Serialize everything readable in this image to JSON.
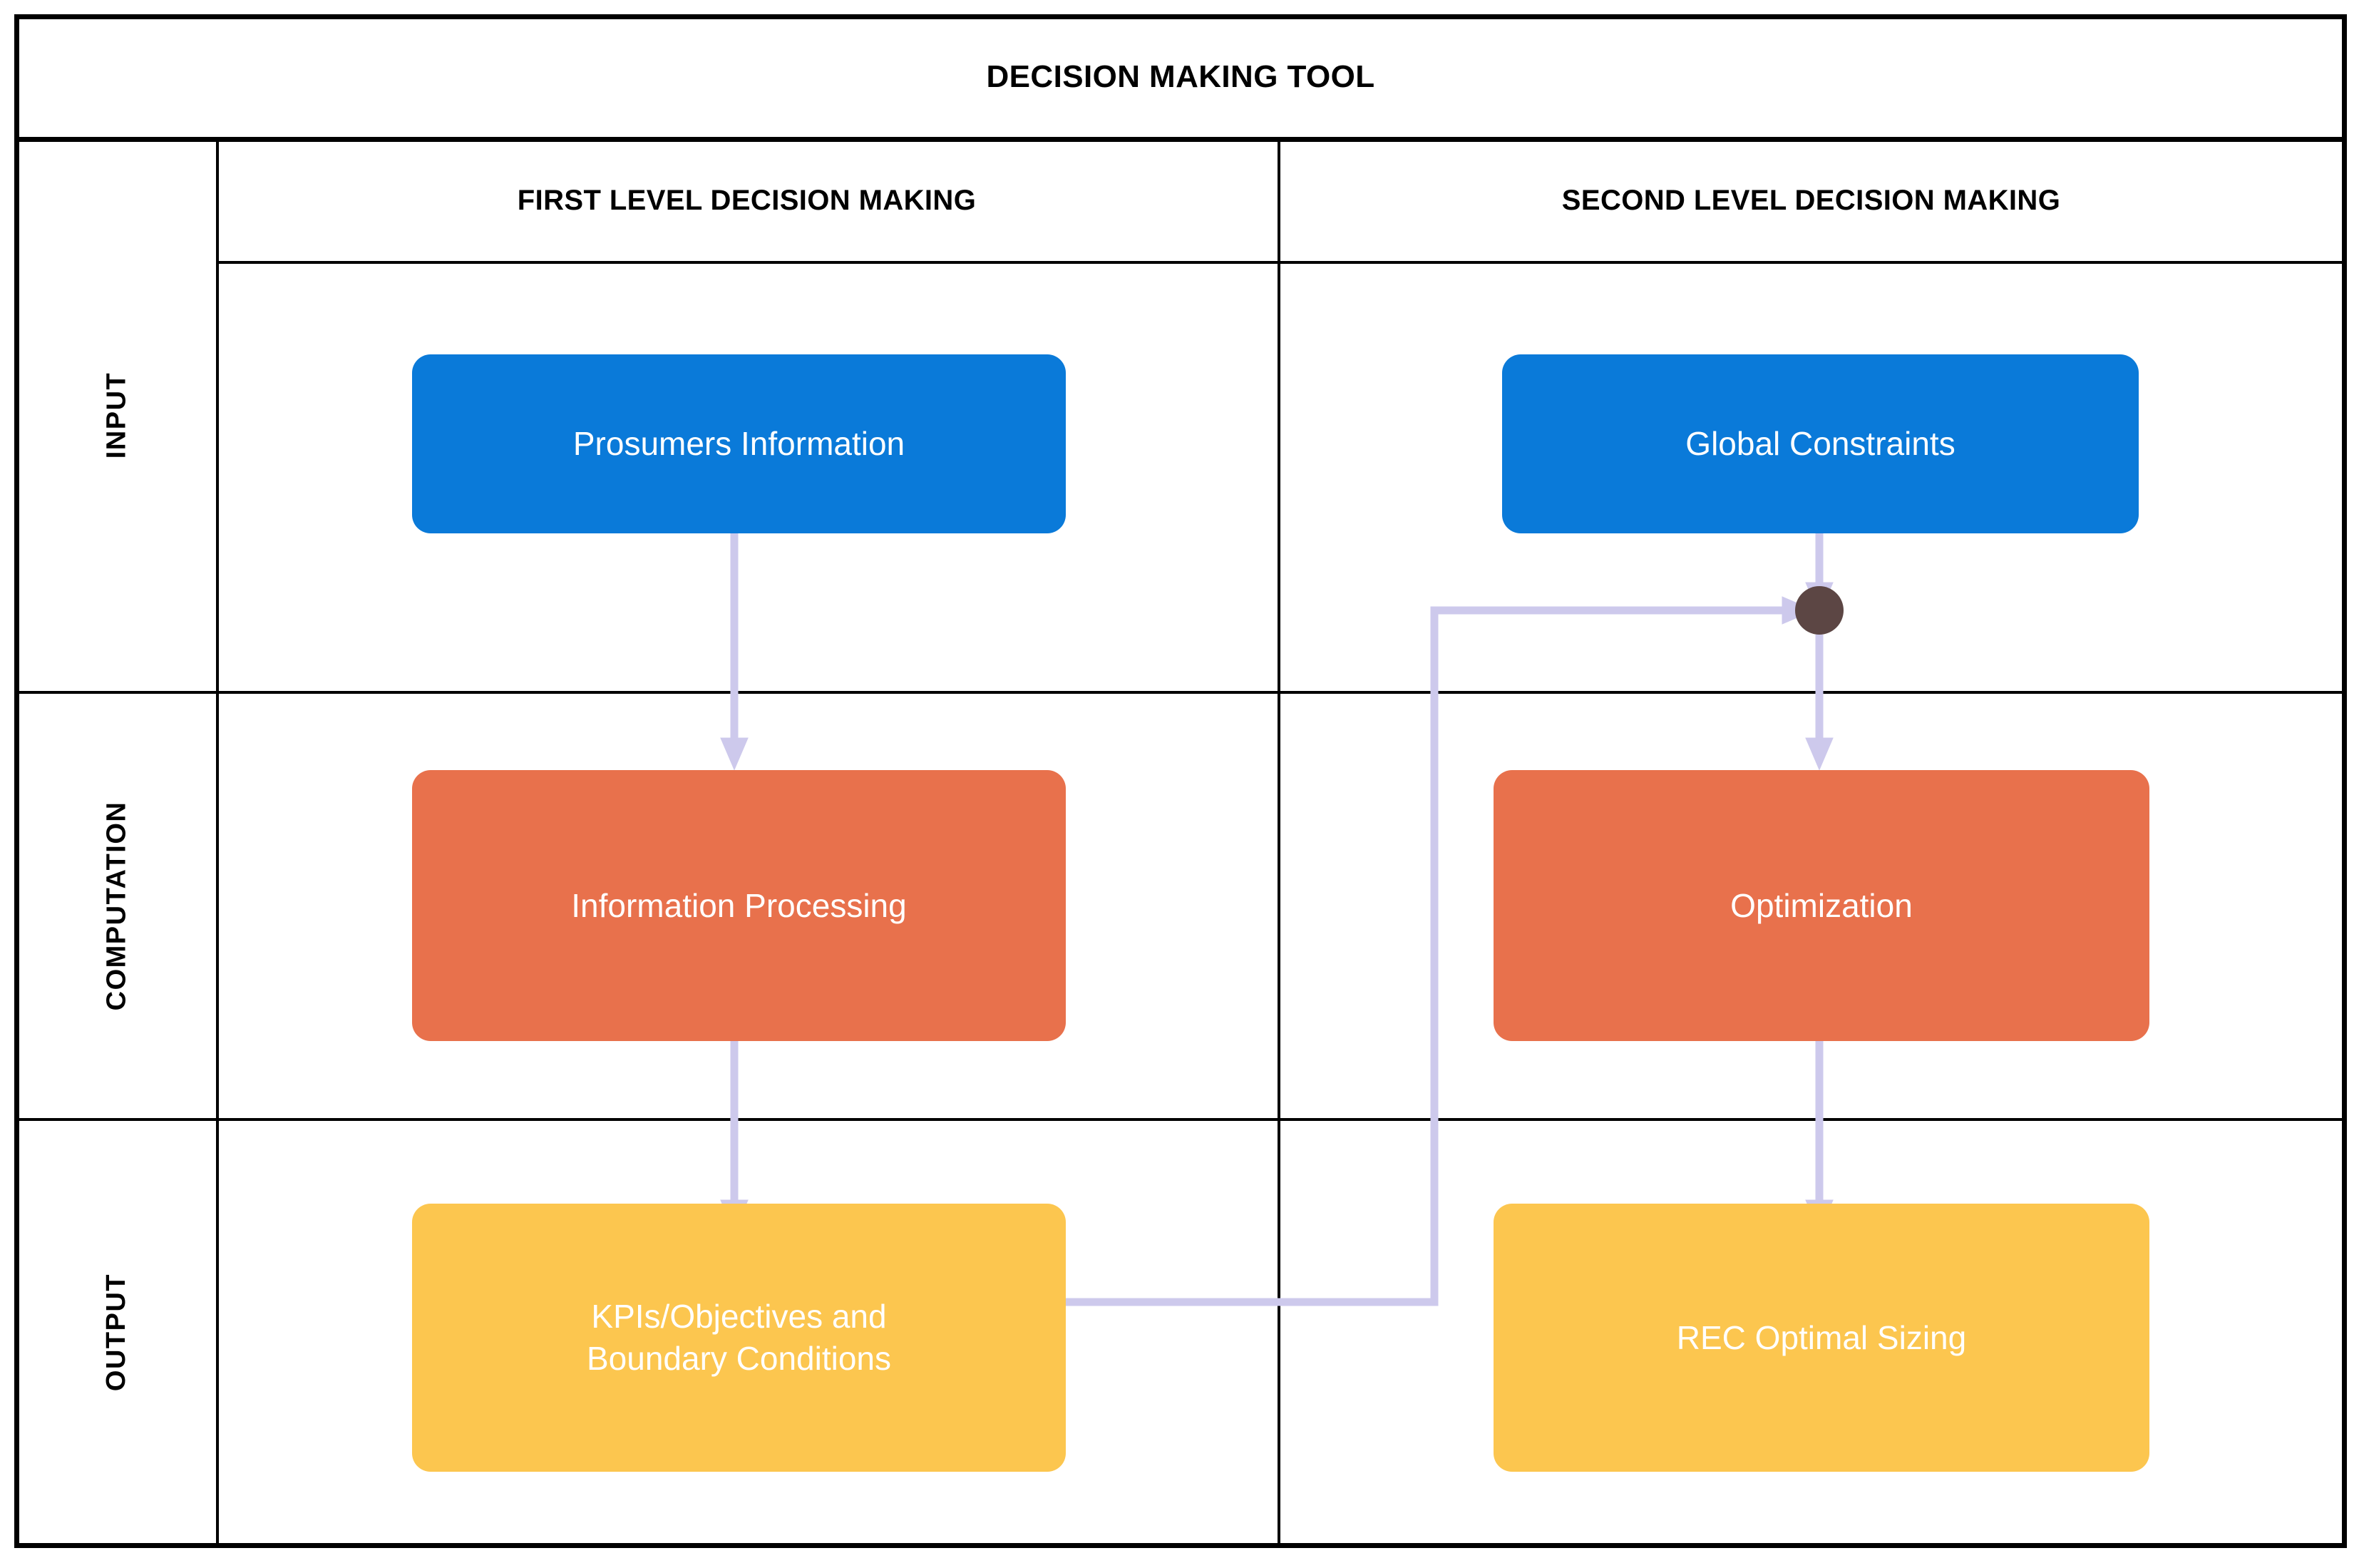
{
  "diagram": {
    "title": "DECISION MAKING TOOL",
    "columns": [
      {
        "id": "first-level",
        "label": "FIRST LEVEL DECISION MAKING"
      },
      {
        "id": "second-level",
        "label": "SECOND LEVEL DECISION MAKING"
      }
    ],
    "rows": [
      {
        "id": "input",
        "label": "INPUT"
      },
      {
        "id": "computation",
        "label": "COMPUTATION"
      },
      {
        "id": "output",
        "label": "OUTPUT"
      }
    ],
    "nodes": [
      {
        "id": "prosumers-information",
        "label": "Prosumers Information",
        "column": "first-level",
        "row": "input",
        "color": "#0a7ad9"
      },
      {
        "id": "global-constraints",
        "label": "Global Constraints",
        "column": "second-level",
        "row": "input",
        "color": "#0a7ad9"
      },
      {
        "id": "information-processing",
        "label": "Information Processing",
        "column": "first-level",
        "row": "computation",
        "color": "#e8714c"
      },
      {
        "id": "optimization",
        "label": "Optimization",
        "column": "second-level",
        "row": "computation",
        "color": "#e8714c"
      },
      {
        "id": "kpis-boundary",
        "label": "KPIs/Objectives and\nBoundary Conditions",
        "column": "first-level",
        "row": "output",
        "color": "#fcc котор"
      },
      {
        "id": "rec-optimal-sizing",
        "label": "REC Optimal Sizing",
        "column": "second-level",
        "row": "output",
        "color": "#fcc64f"
      }
    ],
    "junction": {
      "id": "merge-junction",
      "color": "#5c4644"
    },
    "connectors": [
      {
        "id": "prosumers-to-processing",
        "from": "prosumers-information",
        "to": "information-processing"
      },
      {
        "id": "processing-to-kpis",
        "from": "information-processing",
        "to": "kpis-boundary"
      },
      {
        "id": "constraints-to-junction",
        "from": "global-constraints",
        "to": "merge-junction"
      },
      {
        "id": "junction-to-optimization",
        "from": "merge-junction",
        "to": "optimization"
      },
      {
        "id": "optimization-to-rec",
        "from": "optimization",
        "to": "rec-optimal-sizing"
      },
      {
        "id": "kpis-feedback-to-junction",
        "from": "kpis-boundary",
        "to": "merge-junction"
      }
    ],
    "colors": {
      "input_blue": "#0a7ad9",
      "computation_orange": "#e8714c",
      "output_yellow": "#fcc64f",
      "connector_lavender": "#cdc9ec",
      "junction_brown": "#5c4644",
      "border_black": "#000000",
      "background": "#ffffff"
    }
  }
}
